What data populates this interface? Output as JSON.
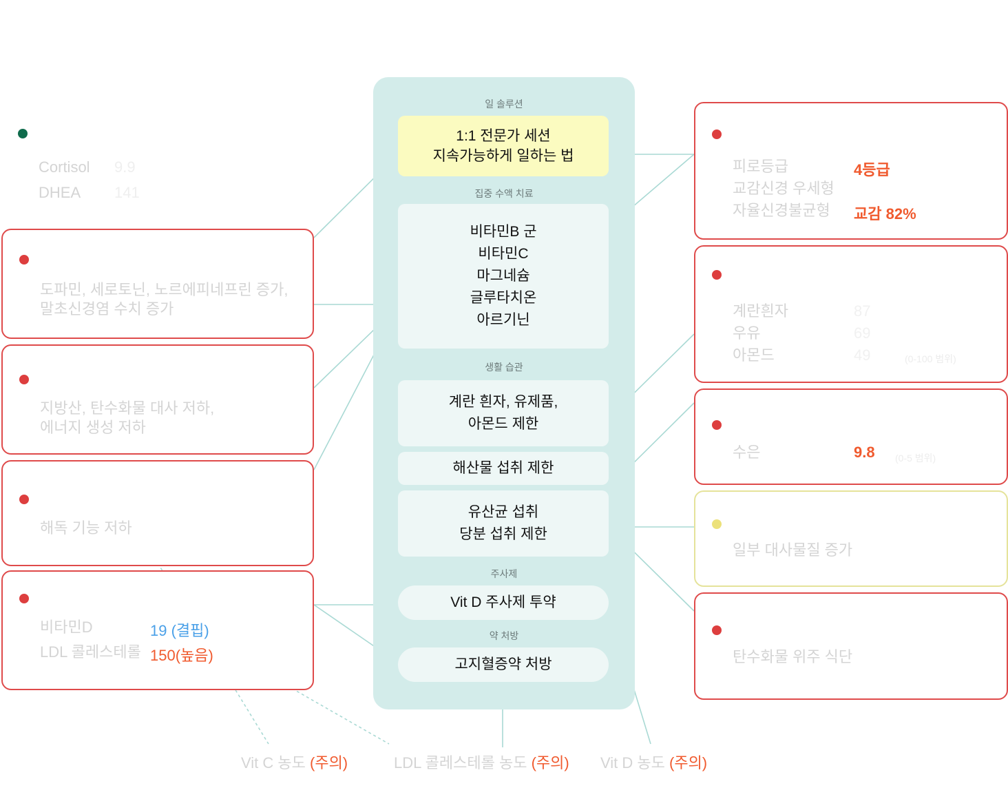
{
  "sections": {
    "work_solution": "일 솔루션",
    "iv_therapy": "집중 수액 치료",
    "lifestyle": "생활 습관",
    "injection": "주사제",
    "prescription": "약 처방"
  },
  "treatments": {
    "expert_session_line1": "1:1 전문가 세션",
    "expert_session_line2": "지속가능하게 일하는 법",
    "iv_line1": "비타민B 군",
    "iv_line2": "비타민C",
    "iv_line3": "마그네슘",
    "iv_line4": "글루타치온",
    "iv_line5": "아르기닌",
    "egg_line1": "계란 흰자, 유제품,",
    "egg_line2": "아몬드 제한",
    "seafood": "해산물 섭취 제한",
    "probiotic_line1": "유산균 섭취",
    "probiotic_line2": "당분 섭취 제한",
    "vitd_injection": "Vit D 주사제 투약",
    "hyperlipidemia": "고지혈증약 처방"
  },
  "left_cards": {
    "hormone": {
      "cortisol_label": "Cortisol",
      "cortisol_value": "9.9",
      "dhea_label": "DHEA",
      "dhea_value": "141"
    },
    "neuro": {
      "line1": "도파민, 세로토닌, 노르에피네프린 증가,",
      "line2": "말초신경염 수치 증가"
    },
    "metabolism": {
      "line1": "지방산, 탄수화물 대사 저하,",
      "line2": "에너지 생성 저하"
    },
    "detox": {
      "line1": "해독 기능 저하"
    },
    "blood": {
      "vitd_label": "비타민D",
      "vitd_value": "19 (결핍)",
      "ldl_label": "LDL 콜레스테롤",
      "ldl_value": "150(높음)"
    }
  },
  "right_cards": {
    "fatigue": {
      "grade_label": "피로등급",
      "grade_value": "4등급",
      "symp_label": "교감신경 우세형",
      "ans_label": "자율신경불균형",
      "ans_value": "교감 82%"
    },
    "food": {
      "egg_label": "계란흰자",
      "egg_value": "87",
      "milk_label": "우유",
      "milk_value": "69",
      "almond_label": "아몬드",
      "almond_value": "49",
      "unit": "(0-100 범위)"
    },
    "mercury": {
      "label": "수은",
      "value": "9.8",
      "unit": "(0-5 범위)"
    },
    "metabolite": {
      "line1": "일부 대사물질 증가"
    },
    "diet": {
      "line1": "탄수화물 위주 식단"
    }
  },
  "bottom": {
    "vitc": "Vit C 농도",
    "ldl": "LDL 콜레스테롤 농도",
    "vitd": "Vit D 농도",
    "warn": "(주의)"
  },
  "colors": {
    "panel": "#d3ecea",
    "alert_red": "#df4a4a",
    "value_orange": "#f05a2e",
    "value_blue": "#4aa0e8",
    "highlight_yellow": "#fbfbc0"
  }
}
